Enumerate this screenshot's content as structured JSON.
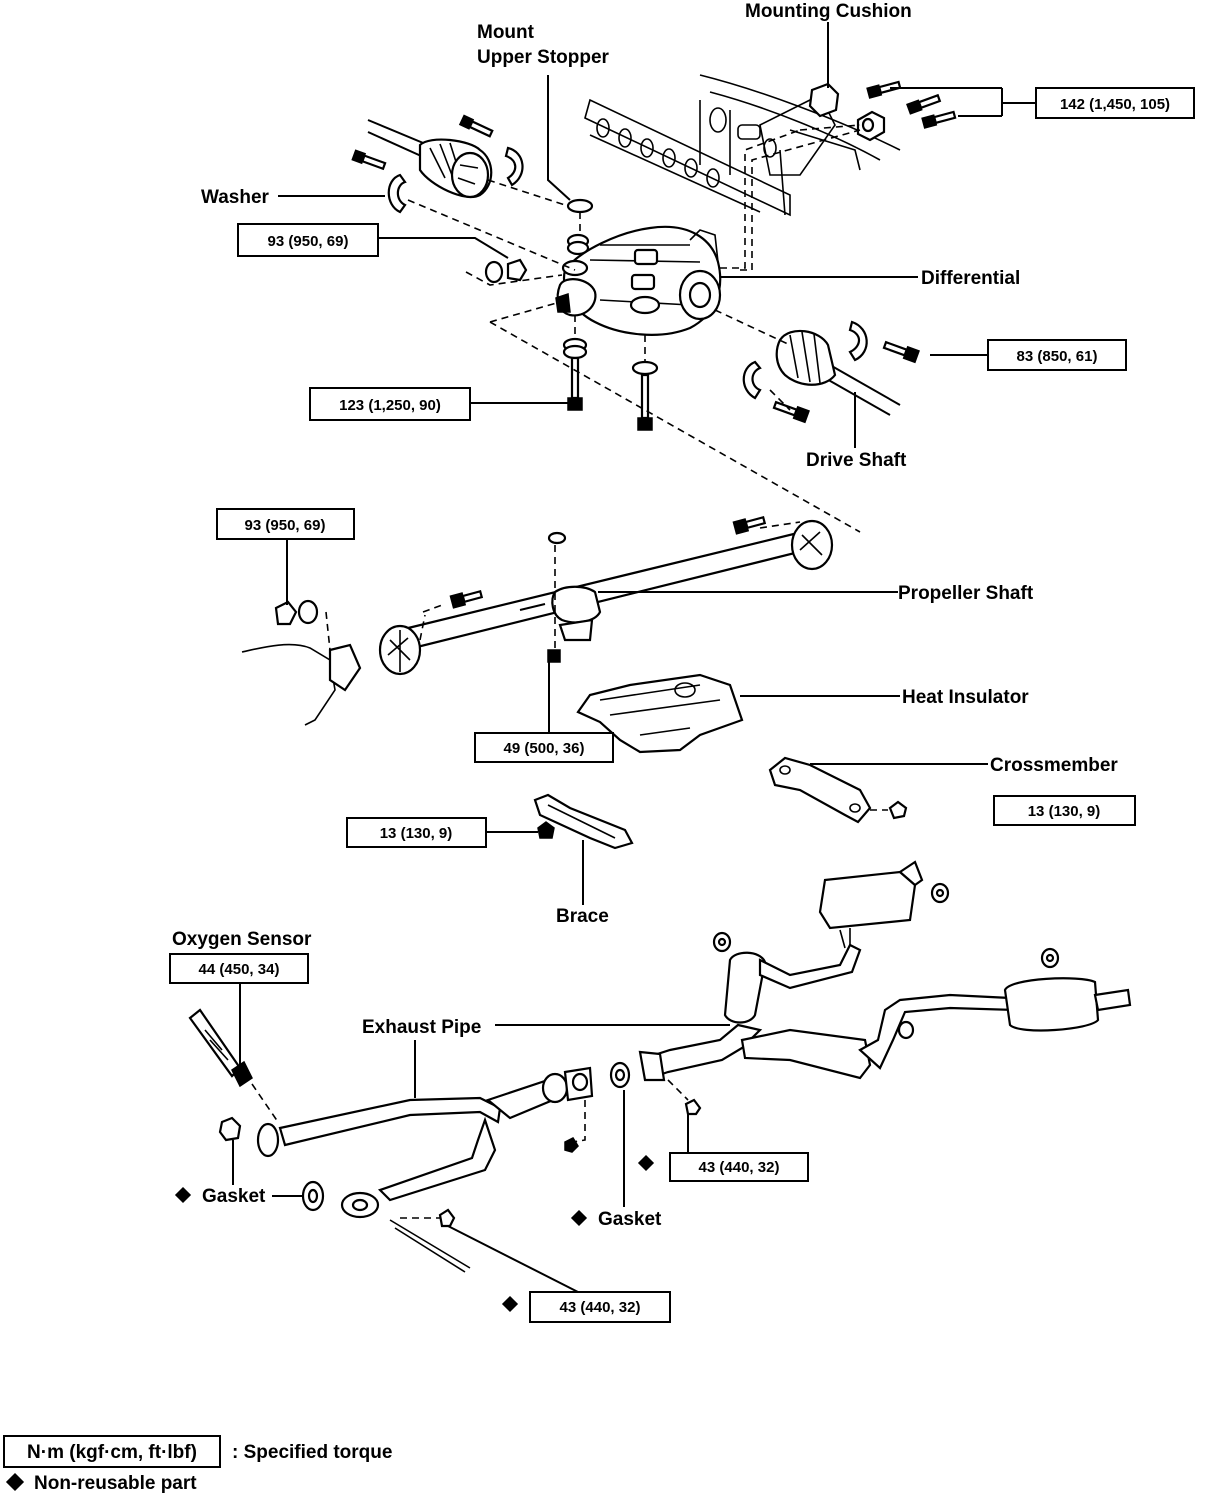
{
  "labels": {
    "mounting_cushion": "Mounting Cushion",
    "mount_line1": "Mount",
    "mount_line2": "Upper Stopper",
    "washer": "Washer",
    "differential": "Differential",
    "drive_shaft": "Drive Shaft",
    "propeller_shaft": "Propeller Shaft",
    "heat_insulator": "Heat Insulator",
    "crossmember": "Crossmember",
    "brace": "Brace",
    "oxygen_sensor": "Oxygen Sensor",
    "exhaust_pipe": "Exhaust Pipe",
    "gasket_left": "Gasket",
    "gasket_mid": "Gasket"
  },
  "torques": {
    "t_cushion": "142 (1,450, 105)",
    "t_diff_front": "93 (950, 69)",
    "t_diff_bottom": "123 (1,250, 90)",
    "t_driveshaft": "83 (850, 61)",
    "t_prop_flange": "93 (950, 69)",
    "t_center_bearing": "49 (500, 36)",
    "t_crossmember": "13 (130, 9)",
    "t_brace": "13 (130, 9)",
    "t_oxygen": "44 (450, 34)",
    "t_exhaust_mid": "43 (440, 32)",
    "t_exhaust_front": "43 (440, 32)"
  },
  "legend": {
    "torque_unit": "N·m (kgf·cm, ft·lbf)",
    "torque_desc": ": Specified torque",
    "nonreusable": "Non-reusable part"
  }
}
